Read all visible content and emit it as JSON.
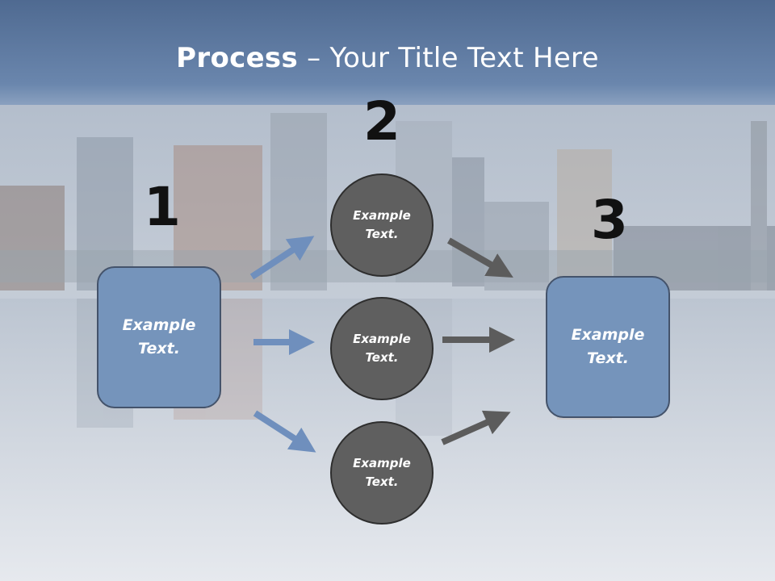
{
  "title": {
    "bold": "Process",
    "rest": " – Your Title Text Here"
  },
  "steps": {
    "one": "1",
    "two": "2",
    "three": "3"
  },
  "left_box": {
    "text": "Example Text."
  },
  "right_box": {
    "text": "Example Text."
  },
  "circles": [
    {
      "text": "Example Text."
    },
    {
      "text": "Example Text."
    },
    {
      "text": "Example Text."
    }
  ],
  "colors": {
    "box_fill": "#7594bb",
    "circle_fill": "#5f5f5f",
    "arrow_blue": "#6f8fbd",
    "arrow_gray": "#5c5c5c"
  }
}
